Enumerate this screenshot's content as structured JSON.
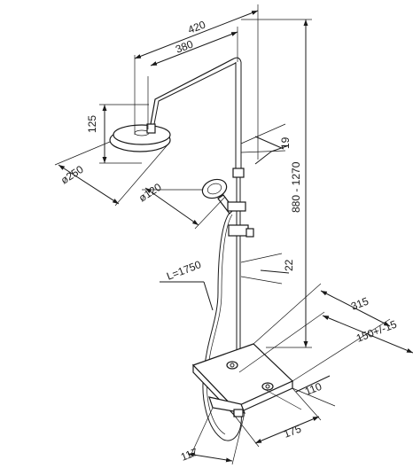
{
  "dimensions": {
    "d420": "420",
    "d380": "380",
    "d125": "125",
    "d250": "ø250",
    "d120": "ø120",
    "d19": "19",
    "d880": "880 - 1270",
    "d22": "22",
    "dL": "L=1750",
    "d315": "315",
    "d150": "150+/-15",
    "d110": "110",
    "d175": "175",
    "d117": "117"
  }
}
